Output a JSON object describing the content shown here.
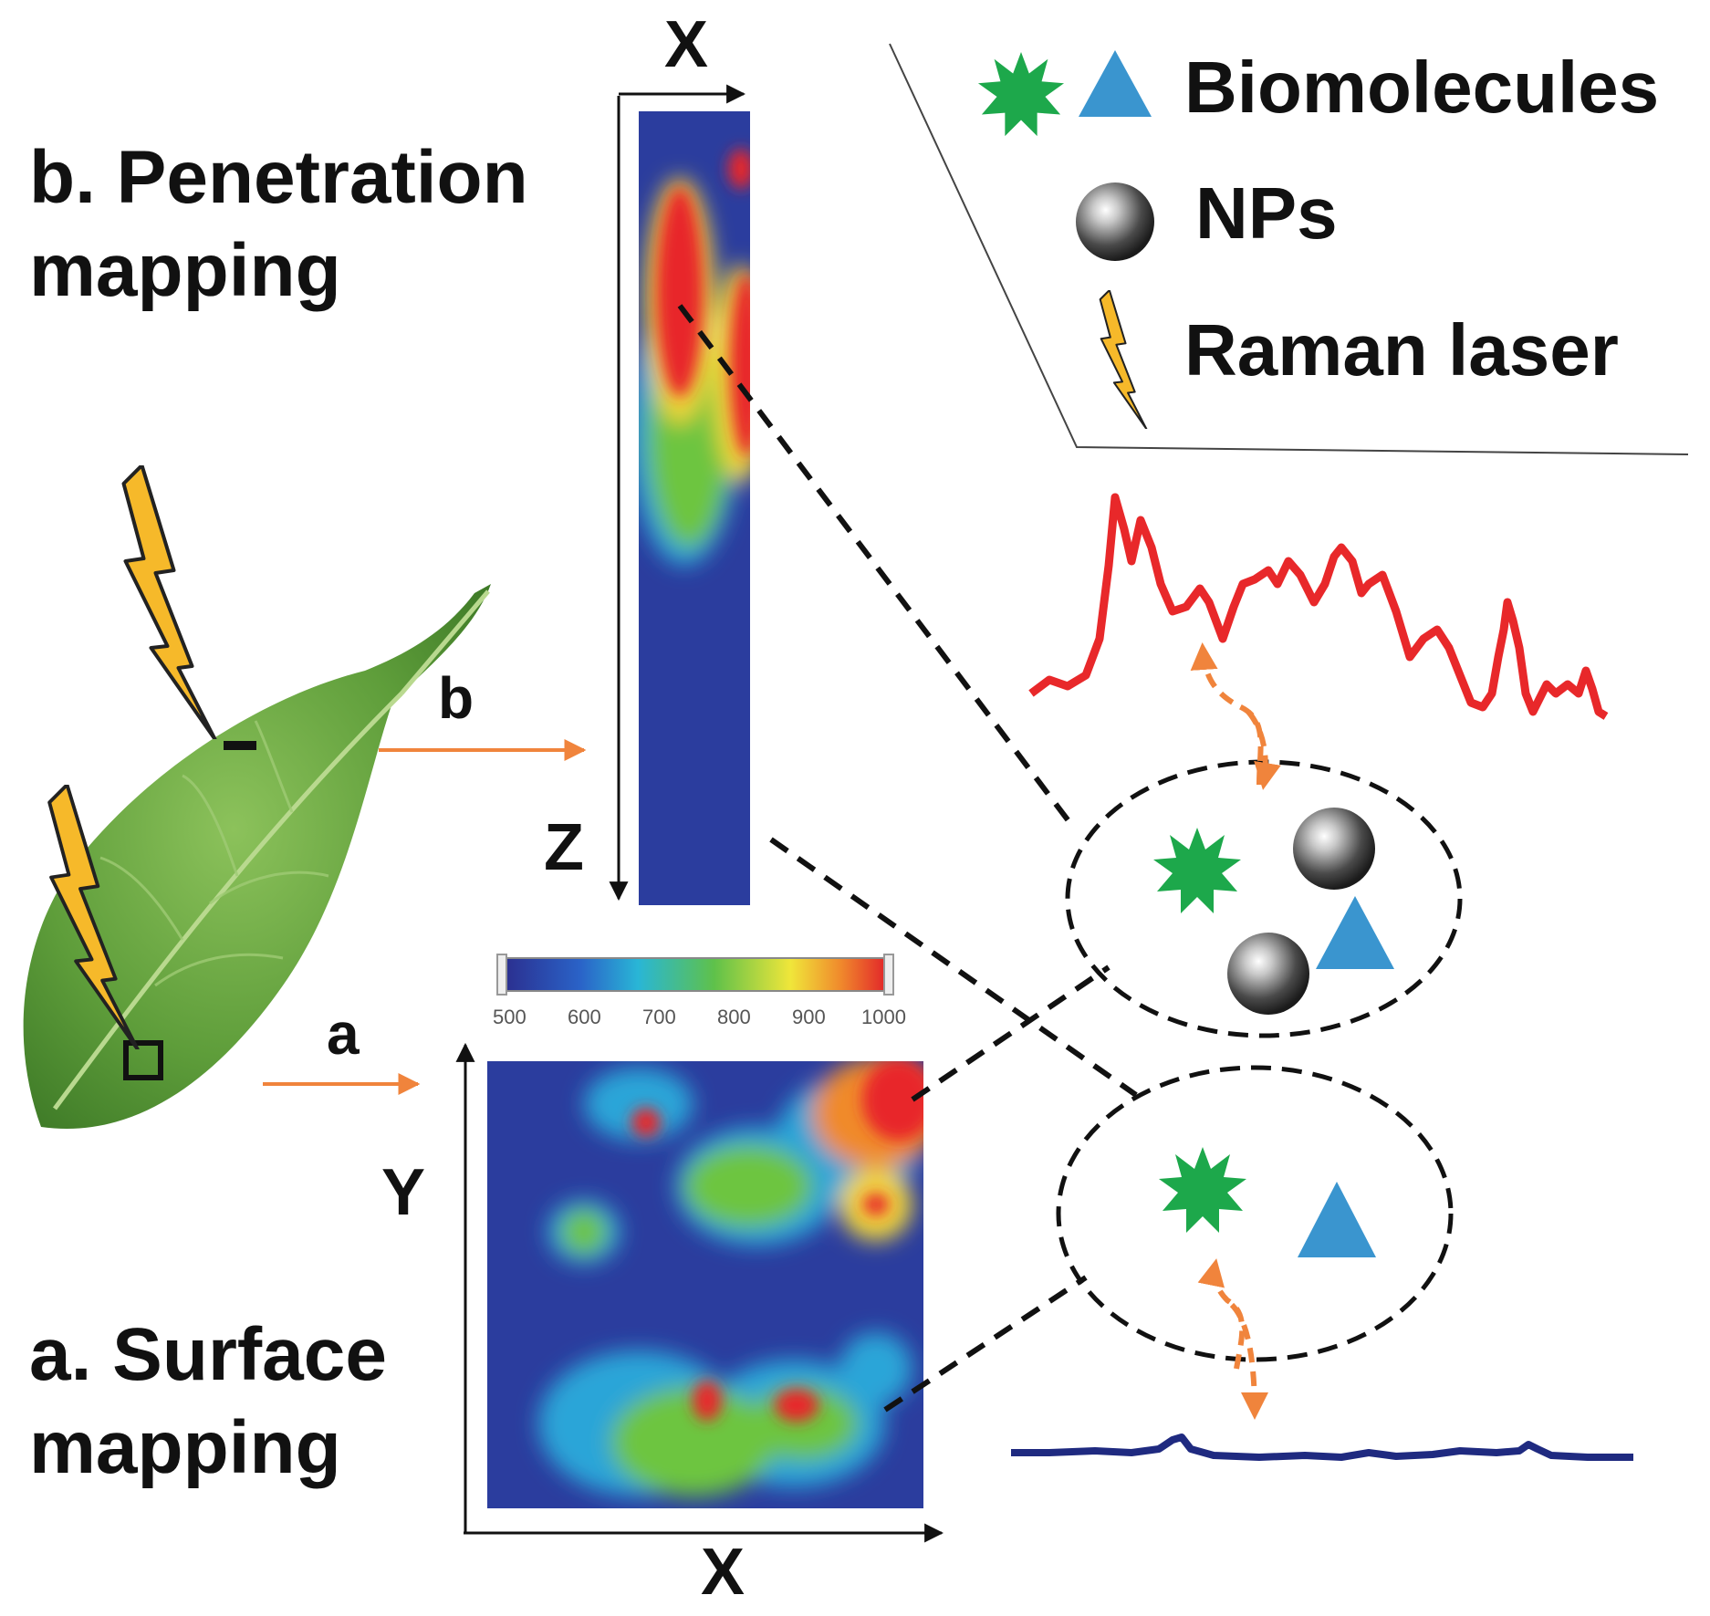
{
  "colors": {
    "map_low": "#2b3d9e",
    "map_high": "#e8282a",
    "guide_arrow": "#f0843c",
    "biomolecule_star": "#1da84b",
    "biomolecule_triangle": "#3a95cf",
    "laser": "#f6b92a",
    "high_spectrum": "#e8282a",
    "low_spectrum": "#1f2a80",
    "leaf": "#5e9d3a"
  },
  "titles": {
    "penetration_line1": "b. Penetration",
    "penetration_line2": "mapping",
    "surface_line1": "a. Surface",
    "surface_line2": "mapping"
  },
  "axes": {
    "top_x": "X",
    "top_z": "Z",
    "bottom_y": "Y",
    "bottom_x": "X"
  },
  "arrows": {
    "b_label": "b",
    "a_label": "a"
  },
  "colorbar": {
    "ticks": [
      "500",
      "600",
      "700",
      "800",
      "900",
      "1000"
    ]
  },
  "legend": {
    "biomolecules": "Biomolecules",
    "nps": "NPs",
    "raman_laser": "Raman laser"
  },
  "icons": {
    "biomolecule_star": "green-star-icon",
    "biomolecule_triangle": "blue-triangle-icon",
    "nanoparticle": "metal-sphere-icon",
    "laser": "lightning-bolt-icon"
  }
}
